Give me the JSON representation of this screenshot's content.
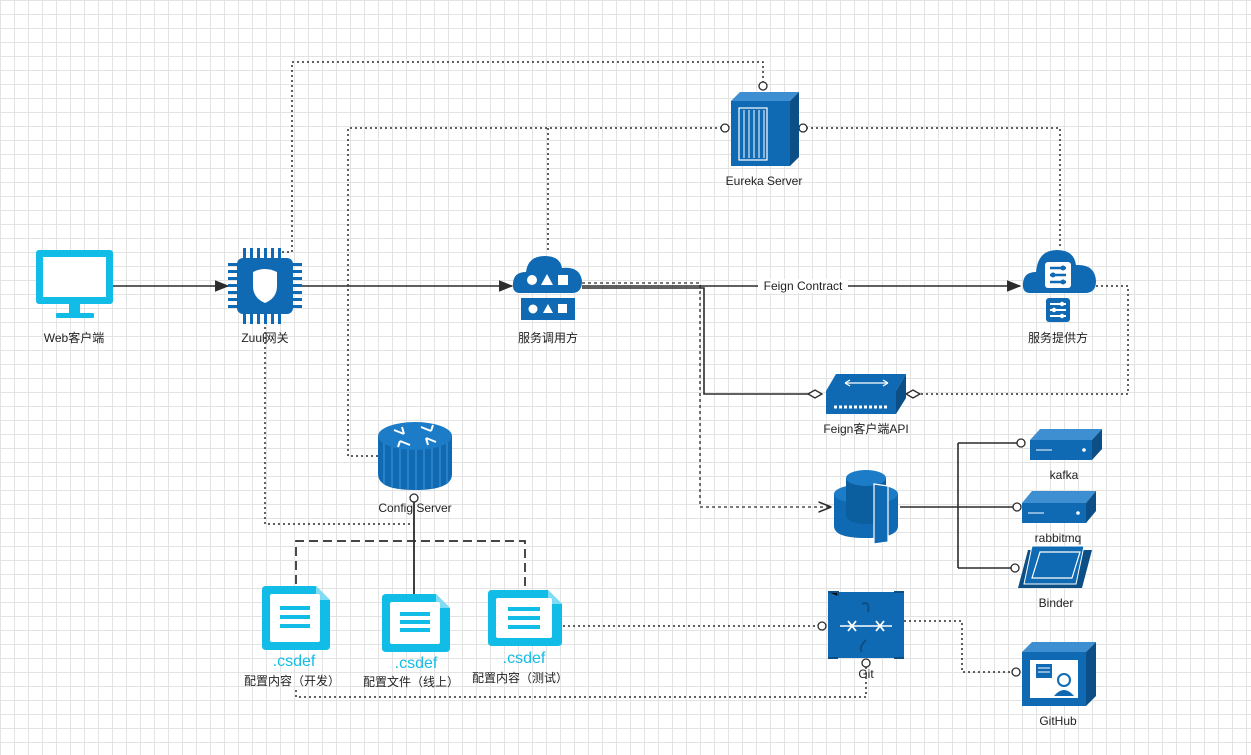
{
  "nodes": {
    "web_client": "Web客户端",
    "zuul": "Zuul网关",
    "eureka": "Eureka Server",
    "consumer": "服务调用方",
    "provider": "服务提供方",
    "feign_api": "Feign客户端API",
    "config_server": "Config Server",
    "kafka": "kafka",
    "rabbitmq": "rabbitmq",
    "binder": "Binder",
    "git": "Git",
    "github": "GitHub",
    "file_dev": "配置内容（开发）",
    "file_online": "配置文件（线上）",
    "file_test": "配置内容（测试）",
    "file_ext": ".csdef"
  },
  "edges": {
    "feign_contract": "Feign Contract"
  },
  "colors": {
    "icon_blue": "#0f6ab3",
    "icon_dark": "#0b4f86",
    "cyan": "#11bde6",
    "line": "#2b2b2b"
  }
}
